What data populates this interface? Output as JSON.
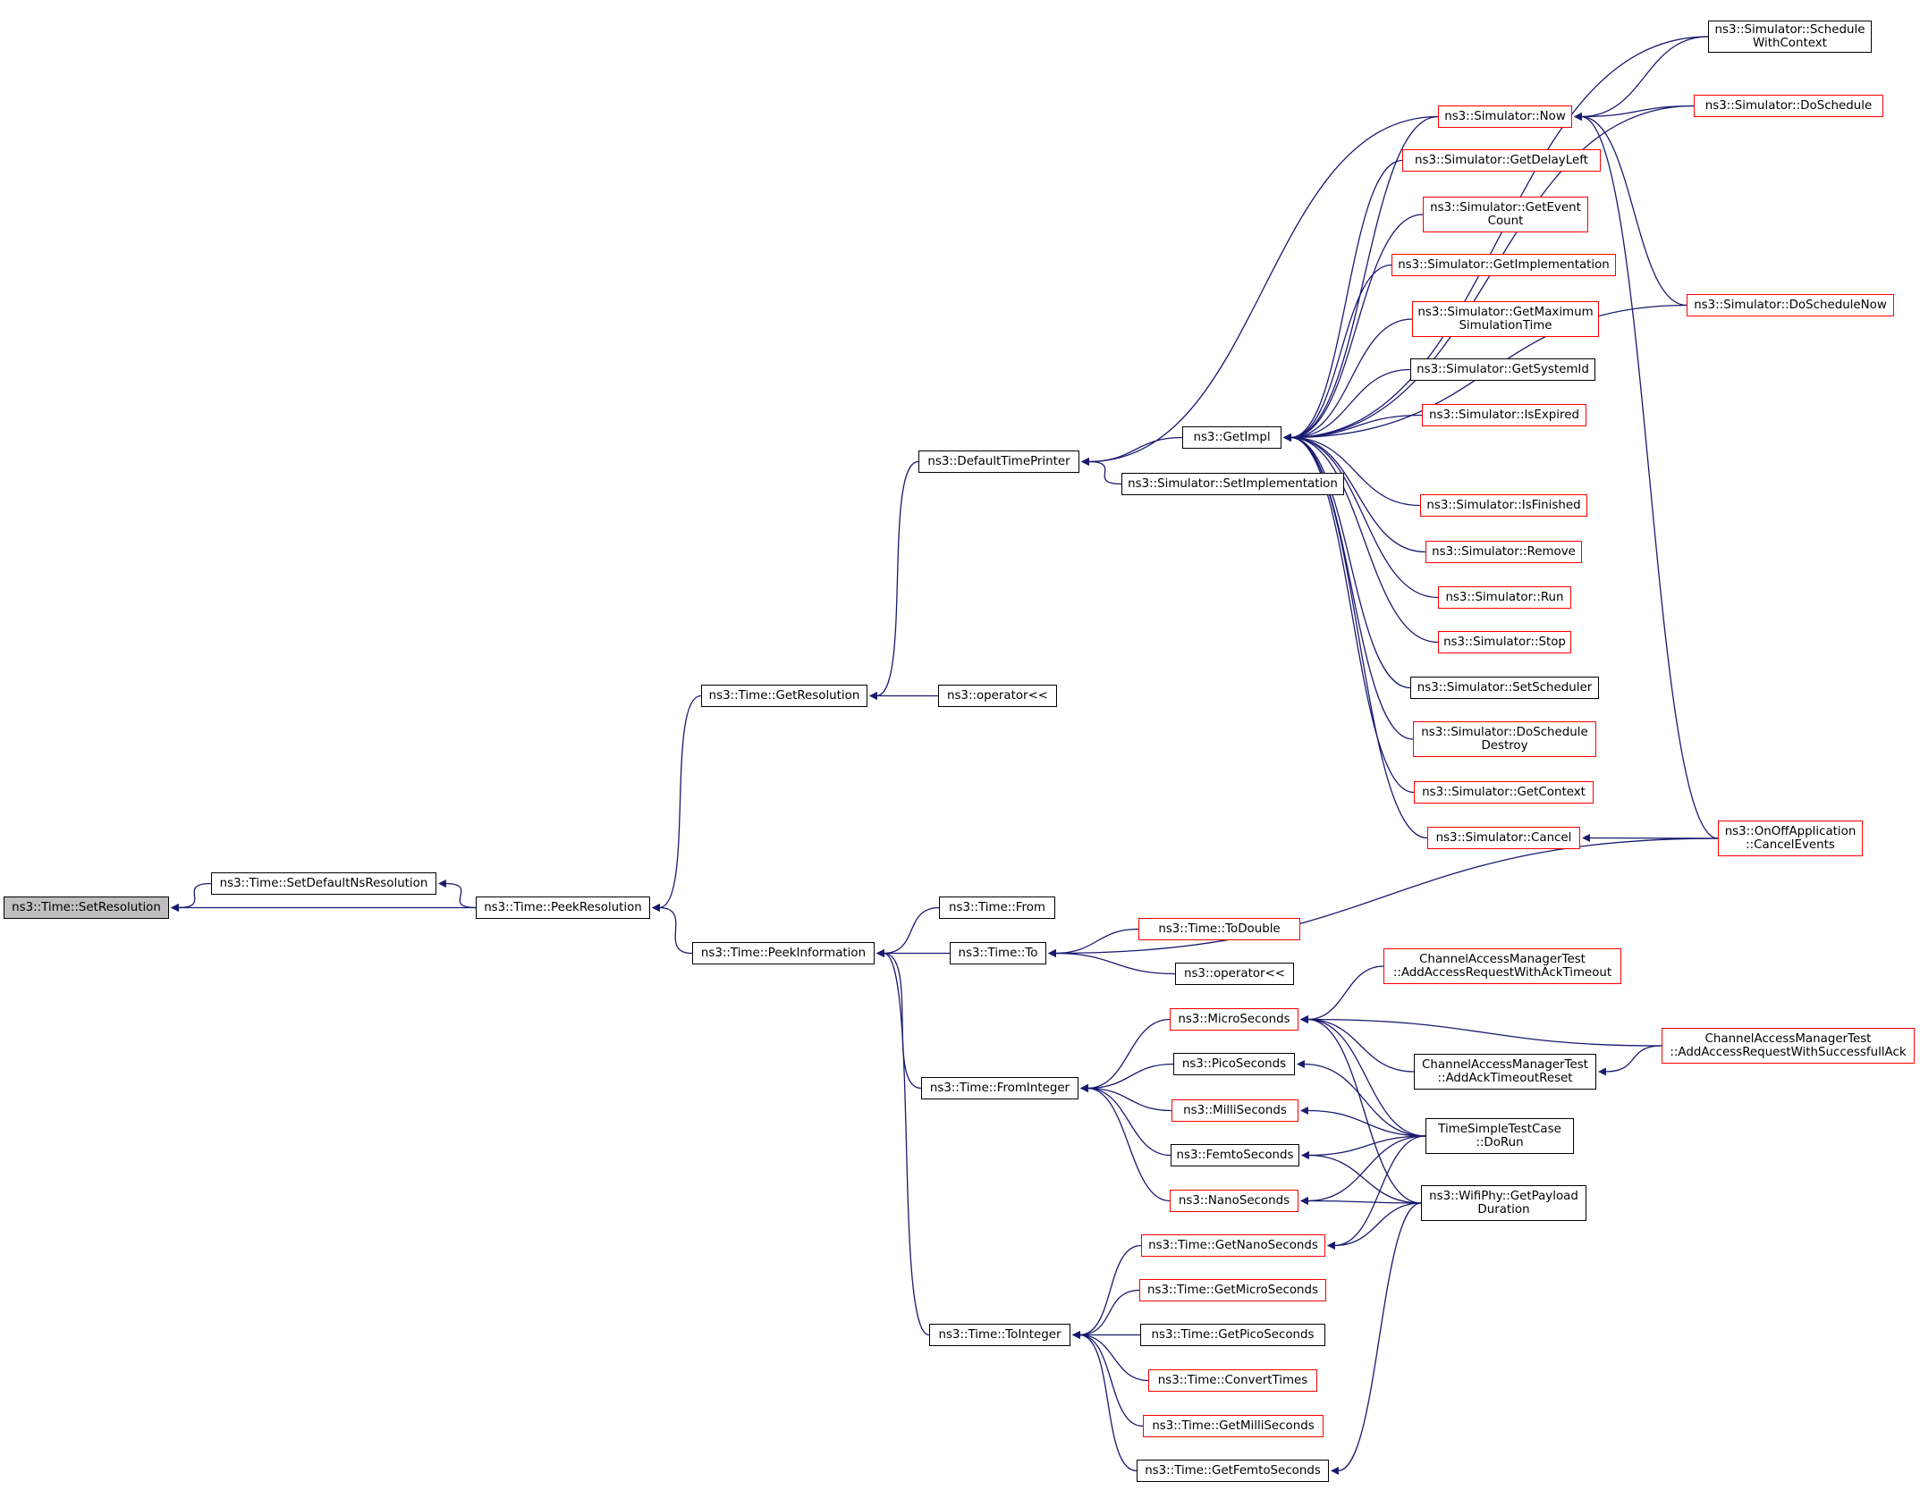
{
  "colors": {
    "edge": "#191970",
    "link_border": "#000000",
    "incomplete_border": "#ff0000",
    "root_fill": "#bfbfbf"
  },
  "nodes": {
    "setresolution": {
      "label": "ns3::Time::SetResolution",
      "border": "root"
    },
    "setdefaultns": {
      "label": "ns3::Time::SetDefaultNsResolution",
      "border": "black"
    },
    "peekresolution": {
      "label": "ns3::Time::PeekResolution",
      "border": "black"
    },
    "getresolution": {
      "label": "ns3::Time::GetResolution",
      "border": "black"
    },
    "opltlt1": {
      "label": "ns3::operator<<",
      "border": "black"
    },
    "defaulttimeprinter": {
      "label": "ns3::DefaultTimePrinter",
      "border": "black"
    },
    "getimpl": {
      "label": "ns3::GetImpl",
      "border": "black"
    },
    "setimplementation": {
      "label": "ns3::Simulator::SetImplementation",
      "border": "black"
    },
    "now": {
      "label": "ns3::Simulator::Now",
      "border": "red"
    },
    "scheduleWithContext": {
      "label": "ns3::Simulator::Schedule\nWithContext",
      "border": "black"
    },
    "doschedule": {
      "label": "ns3::Simulator::DoSchedule",
      "border": "red"
    },
    "getdelayleft": {
      "label": "ns3::Simulator::GetDelayLeft",
      "border": "red"
    },
    "geteventcount": {
      "label": "ns3::Simulator::GetEvent\nCount",
      "border": "red"
    },
    "getimplementation": {
      "label": "ns3::Simulator::GetImplementation",
      "border": "red"
    },
    "getmaxsimtime": {
      "label": "ns3::Simulator::GetMaximum\nSimulationTime",
      "border": "red"
    },
    "getsystemid": {
      "label": "ns3::Simulator::GetSystemId",
      "border": "black"
    },
    "isexpired": {
      "label": "ns3::Simulator::IsExpired",
      "border": "red"
    },
    "doschedulenow": {
      "label": "ns3::Simulator::DoScheduleNow",
      "border": "red"
    },
    "isfinished": {
      "label": "ns3::Simulator::IsFinished",
      "border": "red"
    },
    "remove": {
      "label": "ns3::Simulator::Remove",
      "border": "red"
    },
    "run": {
      "label": "ns3::Simulator::Run",
      "border": "red"
    },
    "stop": {
      "label": "ns3::Simulator::Stop",
      "border": "red"
    },
    "setscheduler": {
      "label": "ns3::Simulator::SetScheduler",
      "border": "black"
    },
    "doscheduledestroy": {
      "label": "ns3::Simulator::DoSchedule\nDestroy",
      "border": "red"
    },
    "getcontext": {
      "label": "ns3::Simulator::GetContext",
      "border": "red"
    },
    "cancel": {
      "label": "ns3::Simulator::Cancel",
      "border": "red"
    },
    "onoffcancel": {
      "label": "ns3::OnOffApplication\n::CancelEvents",
      "border": "red"
    },
    "peekinformation": {
      "label": "ns3::Time::PeekInformation",
      "border": "black"
    },
    "from": {
      "label": "ns3::Time::From",
      "border": "black"
    },
    "to": {
      "label": "ns3::Time::To",
      "border": "black"
    },
    "todouble": {
      "label": "ns3::Time::ToDouble",
      "border": "red"
    },
    "opltlt2": {
      "label": "ns3::operator<<",
      "border": "black"
    },
    "frominteger": {
      "label": "ns3::Time::FromInteger",
      "border": "black"
    },
    "microseconds": {
      "label": "ns3::MicroSeconds",
      "border": "red"
    },
    "picoseconds": {
      "label": "ns3::PicoSeconds",
      "border": "black"
    },
    "milliseconds": {
      "label": "ns3::MilliSeconds",
      "border": "red"
    },
    "femtoseconds": {
      "label": "ns3::FemtoSeconds",
      "border": "black"
    },
    "nanoseconds": {
      "label": "ns3::NanoSeconds",
      "border": "red"
    },
    "camtAckTimeout": {
      "label": "ChannelAccessManagerTest\n::AddAccessRequestWithAckTimeout",
      "border": "red"
    },
    "camtSuccessfullAck": {
      "label": "ChannelAccessManagerTest\n::AddAccessRequestWithSuccessfullAck",
      "border": "red"
    },
    "camtAckTimeoutReset": {
      "label": "ChannelAccessManagerTest\n::AddAckTimeoutReset",
      "border": "black"
    },
    "timesimpletest": {
      "label": "TimeSimpleTestCase\n::DoRun",
      "border": "black"
    },
    "wifiphy": {
      "label": "ns3::WifiPhy::GetPayload\nDuration",
      "border": "black"
    },
    "tointeger": {
      "label": "ns3::Time::ToInteger",
      "border": "black"
    },
    "getnanoseconds": {
      "label": "ns3::Time::GetNanoSeconds",
      "border": "red"
    },
    "getmicroseconds": {
      "label": "ns3::Time::GetMicroSeconds",
      "border": "red"
    },
    "getpicoseconds": {
      "label": "ns3::Time::GetPicoSeconds",
      "border": "black"
    },
    "converttimes": {
      "label": "ns3::Time::ConvertTimes",
      "border": "red"
    },
    "getmilliseconds": {
      "label": "ns3::Time::GetMilliSeconds",
      "border": "red"
    },
    "getfemtoseconds": {
      "label": "ns3::Time::GetFemtoSeconds",
      "border": "black"
    }
  },
  "edges": [
    [
      "setdefaultns",
      "setresolution"
    ],
    [
      "peekresolution",
      "setresolution"
    ],
    [
      "peekresolution",
      "setdefaultns"
    ],
    [
      "getresolution",
      "peekresolution"
    ],
    [
      "peekinformation",
      "peekresolution"
    ],
    [
      "defaulttimeprinter",
      "getresolution"
    ],
    [
      "opltlt1",
      "getresolution"
    ],
    [
      "getimpl",
      "defaulttimeprinter"
    ],
    [
      "setimplementation",
      "defaulttimeprinter"
    ],
    [
      "now",
      "defaulttimeprinter"
    ],
    [
      "scheduleWithContext",
      "getimpl"
    ],
    [
      "doschedule",
      "getimpl"
    ],
    [
      "now",
      "getimpl"
    ],
    [
      "getdelayleft",
      "getimpl"
    ],
    [
      "geteventcount",
      "getimpl"
    ],
    [
      "getimplementation",
      "getimpl"
    ],
    [
      "getmaxsimtime",
      "getimpl"
    ],
    [
      "getsystemid",
      "getimpl"
    ],
    [
      "isexpired",
      "getimpl"
    ],
    [
      "doschedulenow",
      "getimpl"
    ],
    [
      "isfinished",
      "getimpl"
    ],
    [
      "remove",
      "getimpl"
    ],
    [
      "run",
      "getimpl"
    ],
    [
      "stop",
      "getimpl"
    ],
    [
      "setscheduler",
      "getimpl"
    ],
    [
      "doscheduledestroy",
      "getimpl"
    ],
    [
      "getcontext",
      "getimpl"
    ],
    [
      "cancel",
      "getimpl"
    ],
    [
      "scheduleWithContext",
      "now"
    ],
    [
      "doschedule",
      "now"
    ],
    [
      "doschedulenow",
      "now"
    ],
    [
      "onoffcancel",
      "now"
    ],
    [
      "onoffcancel",
      "cancel"
    ],
    [
      "from",
      "peekinformation"
    ],
    [
      "to",
      "peekinformation"
    ],
    [
      "frominteger",
      "peekinformation"
    ],
    [
      "tointeger",
      "peekinformation"
    ],
    [
      "onoffcancel",
      "to"
    ],
    [
      "todouble",
      "to"
    ],
    [
      "opltlt2",
      "to"
    ],
    [
      "microseconds",
      "frominteger"
    ],
    [
      "picoseconds",
      "frominteger"
    ],
    [
      "milliseconds",
      "frominteger"
    ],
    [
      "femtoseconds",
      "frominteger"
    ],
    [
      "nanoseconds",
      "frominteger"
    ],
    [
      "camtAckTimeout",
      "microseconds"
    ],
    [
      "camtSuccessfullAck",
      "microseconds"
    ],
    [
      "camtAckTimeoutReset",
      "microseconds"
    ],
    [
      "timesimpletest",
      "microseconds"
    ],
    [
      "wifiphy",
      "microseconds"
    ],
    [
      "camtSuccessfullAck",
      "camtAckTimeoutReset"
    ],
    [
      "timesimpletest",
      "picoseconds"
    ],
    [
      "timesimpletest",
      "milliseconds"
    ],
    [
      "timesimpletest",
      "femtoseconds"
    ],
    [
      "wifiphy",
      "femtoseconds"
    ],
    [
      "timesimpletest",
      "nanoseconds"
    ],
    [
      "wifiphy",
      "nanoseconds"
    ],
    [
      "timesimpletest",
      "getnanoseconds"
    ],
    [
      "wifiphy",
      "getnanoseconds"
    ],
    [
      "getnanoseconds",
      "tointeger"
    ],
    [
      "getmicroseconds",
      "tointeger"
    ],
    [
      "getpicoseconds",
      "tointeger"
    ],
    [
      "converttimes",
      "tointeger"
    ],
    [
      "getmilliseconds",
      "tointeger"
    ],
    [
      "getfemtoseconds",
      "tointeger"
    ],
    [
      "wifiphy",
      "getfemtoseconds"
    ]
  ]
}
